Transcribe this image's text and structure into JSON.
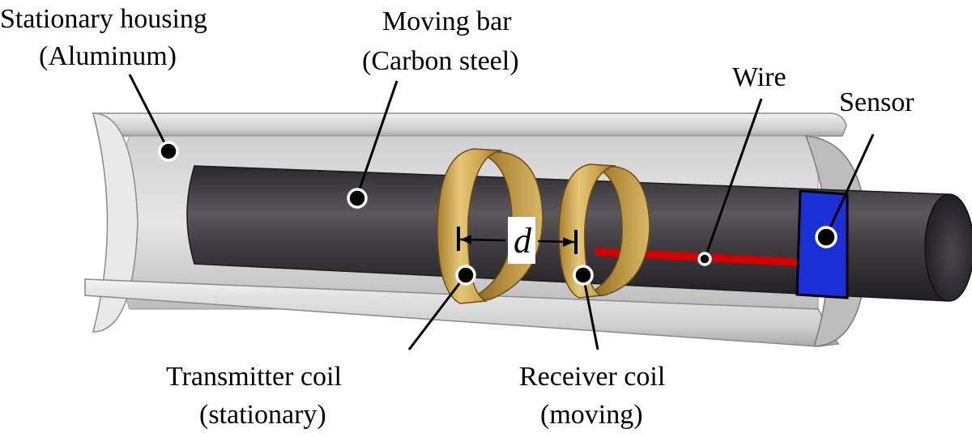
{
  "labels": {
    "housing_line1": "Stationary housing",
    "housing_line2": "(Aluminum)",
    "bar_line1": "Moving bar",
    "bar_line2": "(Carbon steel)",
    "wire": "Wire",
    "sensor": "Sensor",
    "transmitter_line1": "Transmitter coil",
    "transmitter_line2": "(stationary)",
    "receiver_line1": "Receiver coil",
    "receiver_line2": "(moving)",
    "distance": "d"
  },
  "colors": {
    "housing": "#d9d9d9",
    "bar": "#3c3a3e",
    "coil": "#c8a24a",
    "wire": "#d40000",
    "sensor": "#1a2fd6",
    "text": "#000000"
  }
}
